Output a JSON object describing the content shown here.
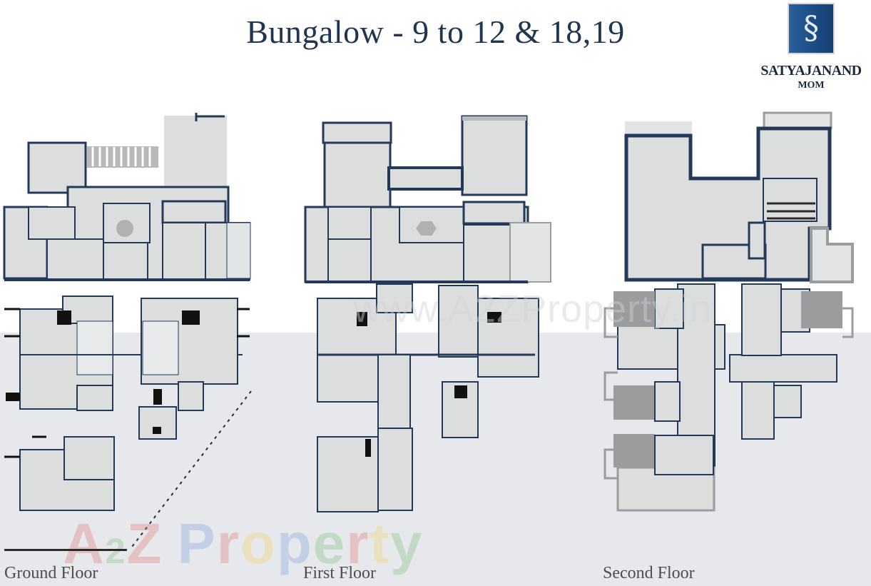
{
  "header": {
    "title": "Bungalow - 9 to 12 & 18,19"
  },
  "brand": {
    "logo_icon": "stylized-s-emblem",
    "logo_glyph": "§",
    "name": "SATYAJANAND",
    "sub": "MOM",
    "colors": {
      "logo_bg": "#1d4f88",
      "title": "#1f3550"
    }
  },
  "watermark": {
    "letters": [
      "A",
      "2",
      "Z",
      " ",
      "P",
      "r",
      "o",
      "p",
      "e",
      "r",
      "t",
      "y"
    ],
    "colors": [
      "#e07a7a",
      "#7fc07f",
      "#e07a7a",
      "#ffffff",
      "#7ea4dd",
      "#e07a7a",
      "#f2d36b",
      "#7ea4dd",
      "#7fc07f",
      "#e07a7a",
      "#f2d36b",
      "#7fc07f"
    ],
    "faint_text": "www.A2ZProperty.in"
  },
  "floors": [
    {
      "id": "ground",
      "label": "Ground Floor"
    },
    {
      "id": "first",
      "label": "First Floor"
    },
    {
      "id": "second",
      "label": "Second Floor"
    }
  ],
  "colors": {
    "wall": "#23395a",
    "floor_fill": "#dcdddd",
    "terrace_fill": "#e3e4e6",
    "grey_block": "#9b9c9e",
    "lower_background": "#e7e8ec"
  }
}
